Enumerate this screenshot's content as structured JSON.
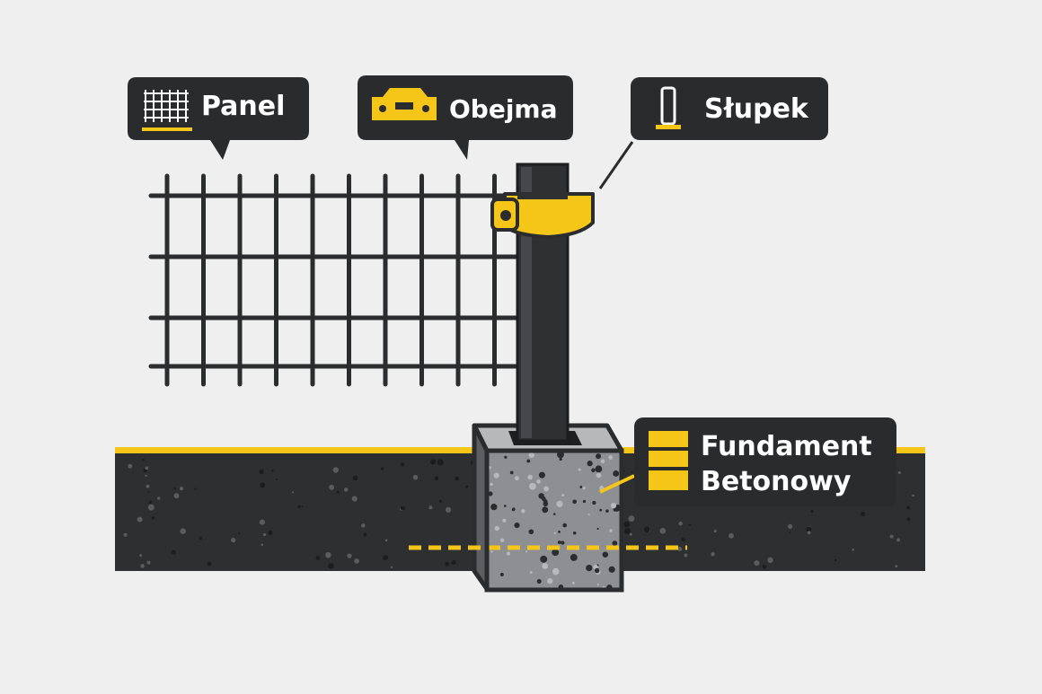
{
  "labels": {
    "panel": "Panel",
    "clamp": "Obejma",
    "post": "Słupek",
    "foundation_line1": "Fundament",
    "foundation_line2": "Betonowy"
  },
  "icons": {
    "panel": "grid-icon",
    "clamp": "clamp-icon",
    "post": "post-icon",
    "foundation": "stacked-blocks-icon"
  },
  "colors": {
    "background": "#efefef",
    "callout_bg": "#2a2b2d",
    "accent_yellow": "#f5c518",
    "mesh": "#2b2c2e",
    "post": "#2f3032",
    "ground": "#2e2f31",
    "concrete": "#8d8f92"
  }
}
